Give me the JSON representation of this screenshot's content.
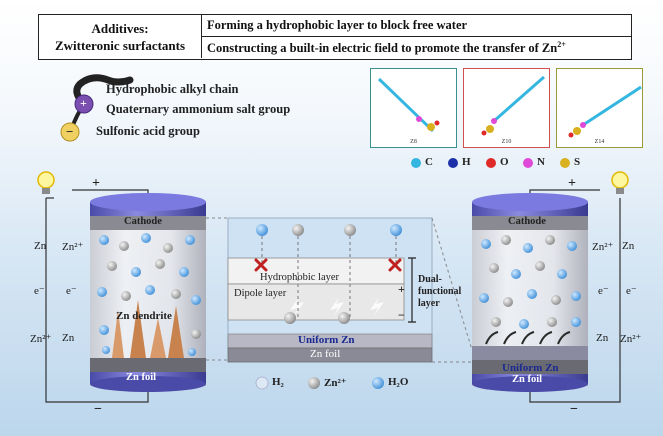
{
  "header": {
    "left_line1": "Additives:",
    "left_line2": "Zwitteronic surfactants",
    "row1": "Forming a hydrophobic layer to block free water",
    "row2": "Constructing a built-in electric field to promote the transfer of Zn",
    "row2_sup": "2+"
  },
  "surfactant": {
    "plus_symbol": "+",
    "minus_symbol": "−",
    "alkyl": "Hydrophobic alkyl chain",
    "ammonium": "Quaternary ammonium salt group",
    "sulfonic": "Sulfonic acid group"
  },
  "molecules": [
    {
      "caption": "Z8",
      "border": "#3a8f8f"
    },
    {
      "caption": "Z10",
      "border": "#d05050"
    },
    {
      "caption": "Z14",
      "border": "#9a9a3a"
    }
  ],
  "atoms": [
    {
      "symbol": "C",
      "color": "#35b6e0"
    },
    {
      "symbol": "H",
      "color": "#1c2fa8"
    },
    {
      "symbol": "O",
      "color": "#e02a2a"
    },
    {
      "symbol": "N",
      "color": "#e04ad8"
    },
    {
      "symbol": "S",
      "color": "#d8b020"
    }
  ],
  "left_cell": {
    "plus": "+",
    "minus": "−",
    "cathode": "Cathode",
    "dendrite": "Zn dendrite",
    "foil": "Zn foil",
    "left_top": "Zn",
    "left_mid_e": "e⁻",
    "left_bottom": "Zn²⁺",
    "right_top": "Zn²⁺",
    "right_mid_e": "e⁻",
    "right_bottom": "Zn"
  },
  "right_cell": {
    "plus": "+",
    "minus": "−",
    "cathode": "Cathode",
    "uniform": "Uniform Zn",
    "foil": "Zn foil",
    "left_top": "Zn²⁺",
    "left_mid_e": "e⁻",
    "left_bottom": "Zn",
    "right_top": "Zn",
    "right_mid_e": "e⁻",
    "right_bottom": "Zn²⁺"
  },
  "center": {
    "hydrophobic": "Hydrophobic layer",
    "dipole": "Dipole layer",
    "dual1": "Dual-",
    "dual2": "functional",
    "dual3": "layer",
    "plus": "+",
    "minus": "−",
    "uniform": "Uniform Zn",
    "foil": "Zn foil"
  },
  "legend": [
    {
      "label": "H₂",
      "color": "#dce9f4"
    },
    {
      "label": "Zn²⁺",
      "color": "#a8a8a8"
    },
    {
      "label": "H₂O",
      "color": "#5aa8e8"
    }
  ]
}
